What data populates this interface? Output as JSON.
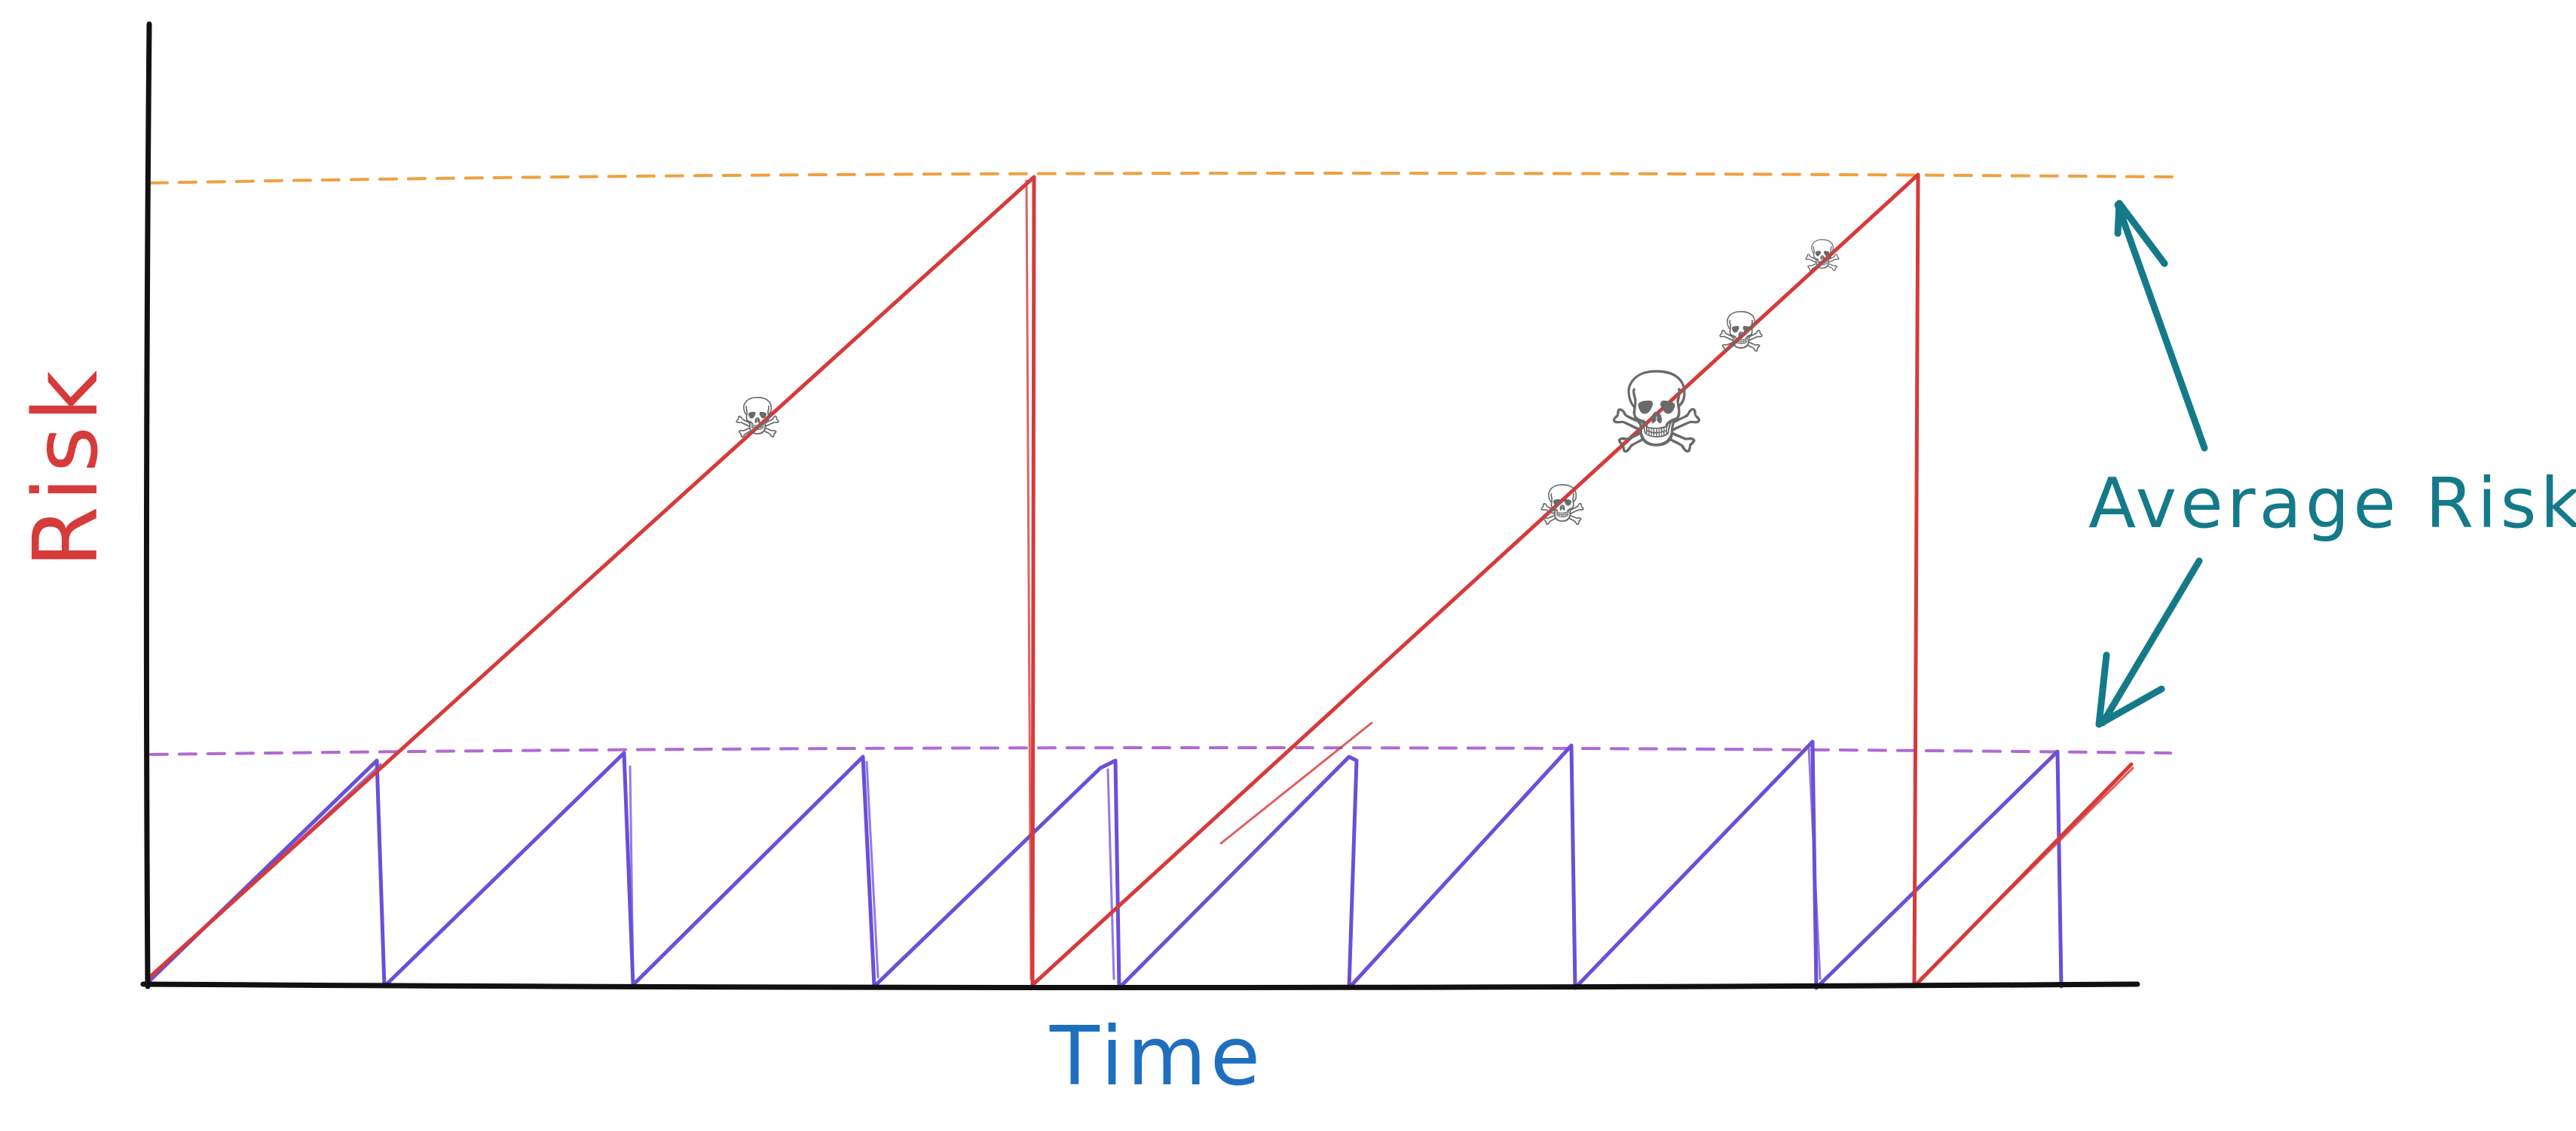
{
  "diagram": {
    "y_axis_label": "Risk",
    "x_axis_label": "Time",
    "annotation_label": "Average Risk",
    "skull_icon": "☠",
    "colors": {
      "axis": "#111111",
      "red_series": "#d63a3a",
      "purple_series": "#6b4fd8",
      "orange_average": "#f0a040",
      "purple_average": "#b06ad4",
      "annotation": "#147a8a",
      "risk_label": "#d63a3a",
      "time_label": "#1f6fc0",
      "skull": "#6a6a6a"
    },
    "series": [
      {
        "id": "infrequent-large-deploys",
        "color": "red_series",
        "cycles": 2,
        "pattern": "sawtooth"
      },
      {
        "id": "frequent-small-deploys",
        "color": "purple_series",
        "cycles": 8,
        "pattern": "sawtooth"
      }
    ]
  }
}
